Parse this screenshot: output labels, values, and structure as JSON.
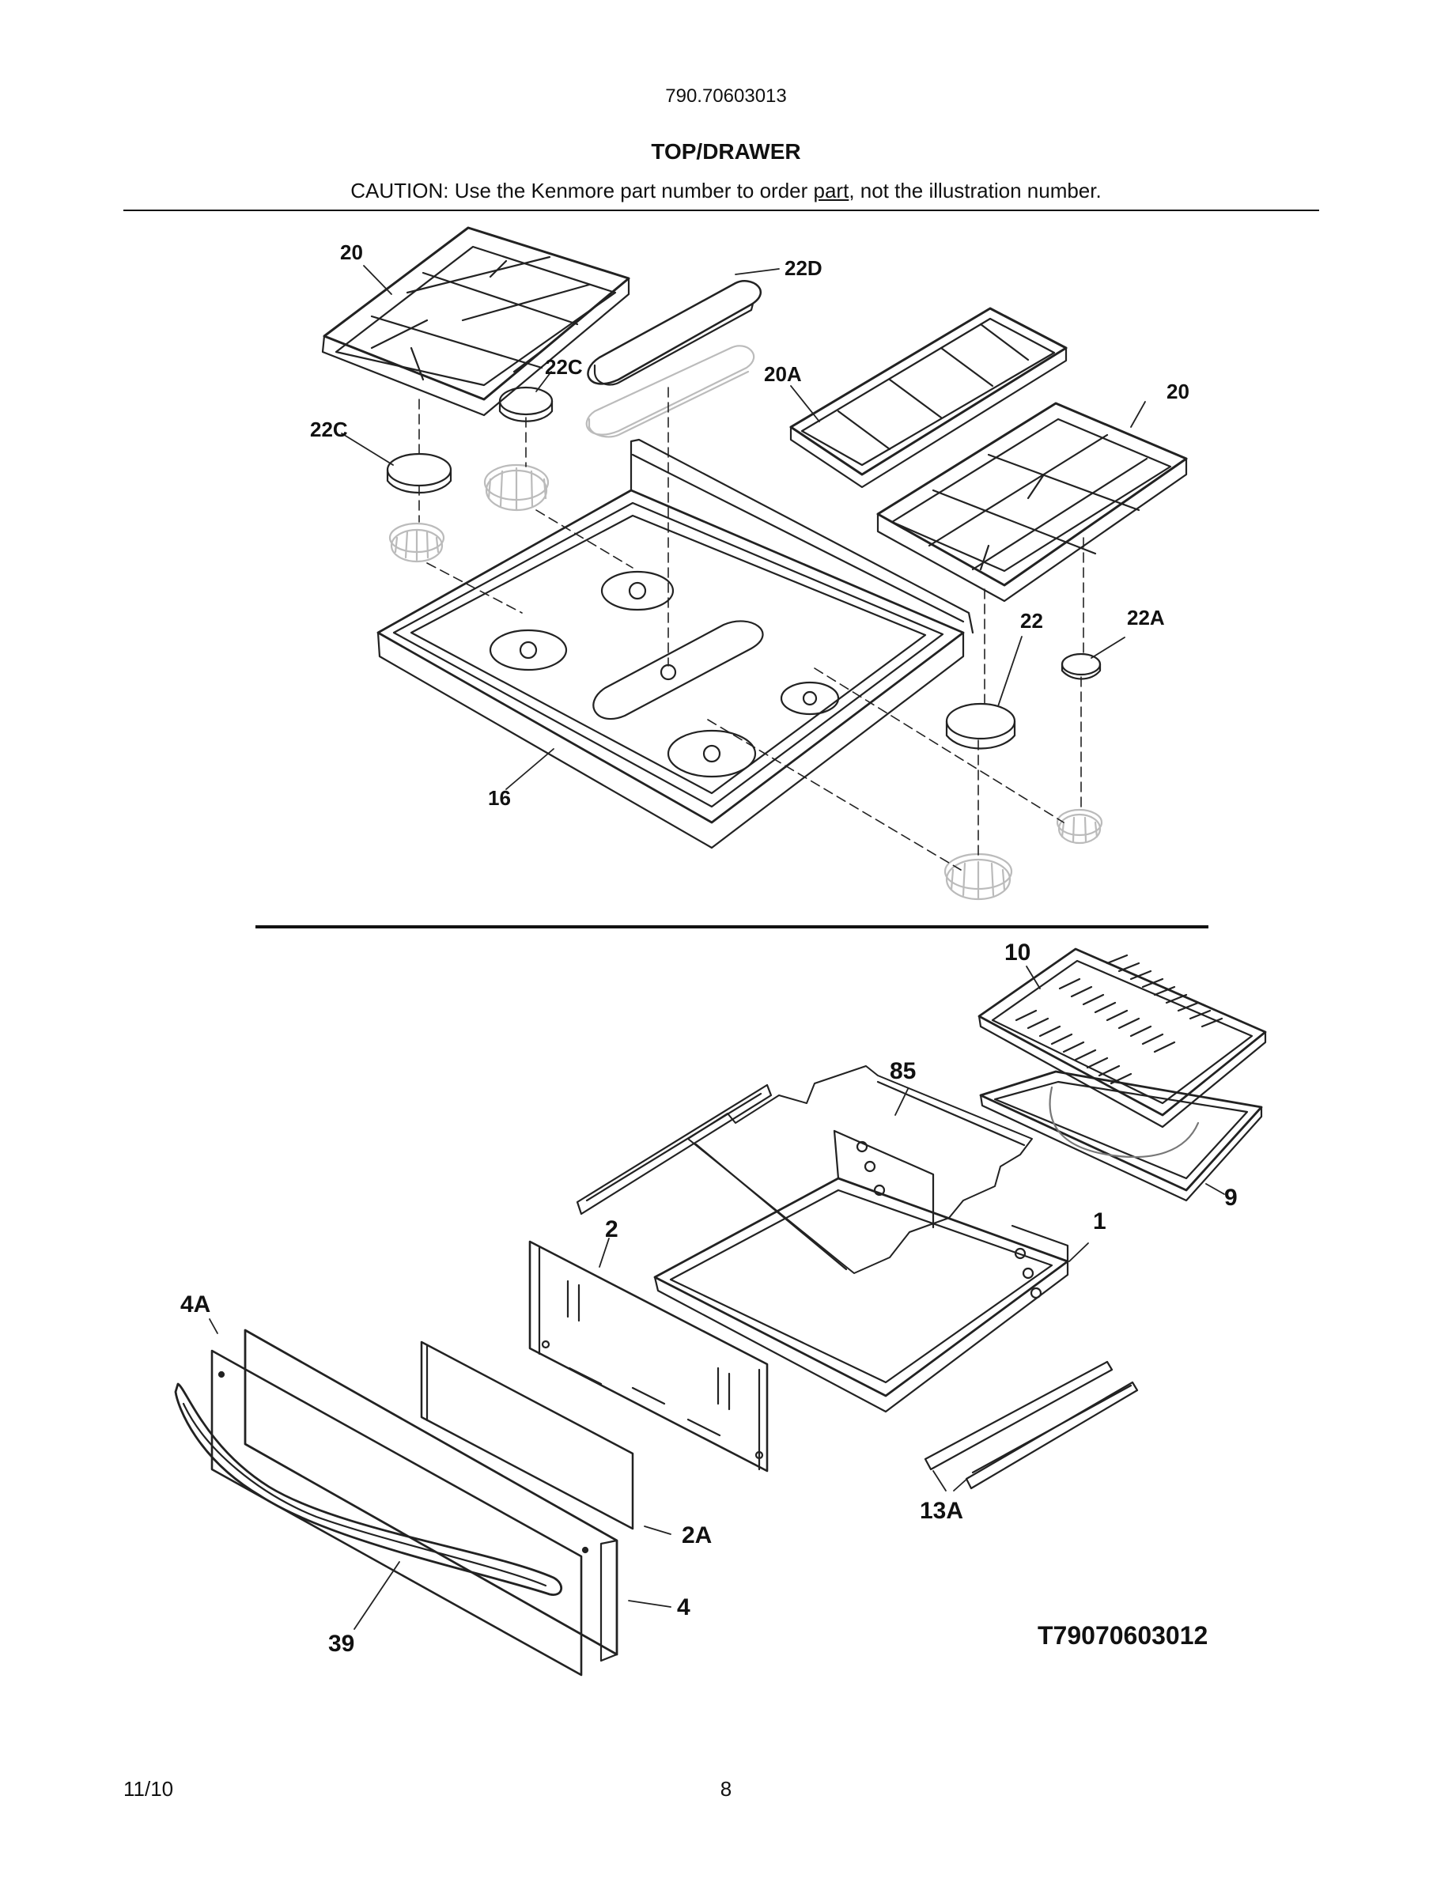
{
  "header": {
    "model_number": "790.70603013",
    "section_title": "TOP/DRAWER",
    "caution_prefix": "CAUTION: Use the Kenmore part number to order ",
    "caution_link": "part",
    "caution_suffix": ", not the illustration number."
  },
  "callouts": {
    "grate_left": "20",
    "burner_cap_simmer_left": "22C",
    "burner_cap_rear": "22C",
    "oval_cap": "22D",
    "grate_center": "20A",
    "grate_right": "20",
    "cooktop": "16",
    "burner_cap_large": "22",
    "burner_cap_small": "22A",
    "broiler_grid": "10",
    "broiler_pan": "9",
    "drawer_rack": "85",
    "drawer_body": "1",
    "drawer_back_panel": "2",
    "drawer_liner": "2A",
    "drawer_front_4a": "4A",
    "drawer_front": "4",
    "handle": "39",
    "slide_rails": "13A"
  },
  "diagram_code": "T79070603012",
  "footer": {
    "date": "11/10",
    "page_number": "8"
  }
}
